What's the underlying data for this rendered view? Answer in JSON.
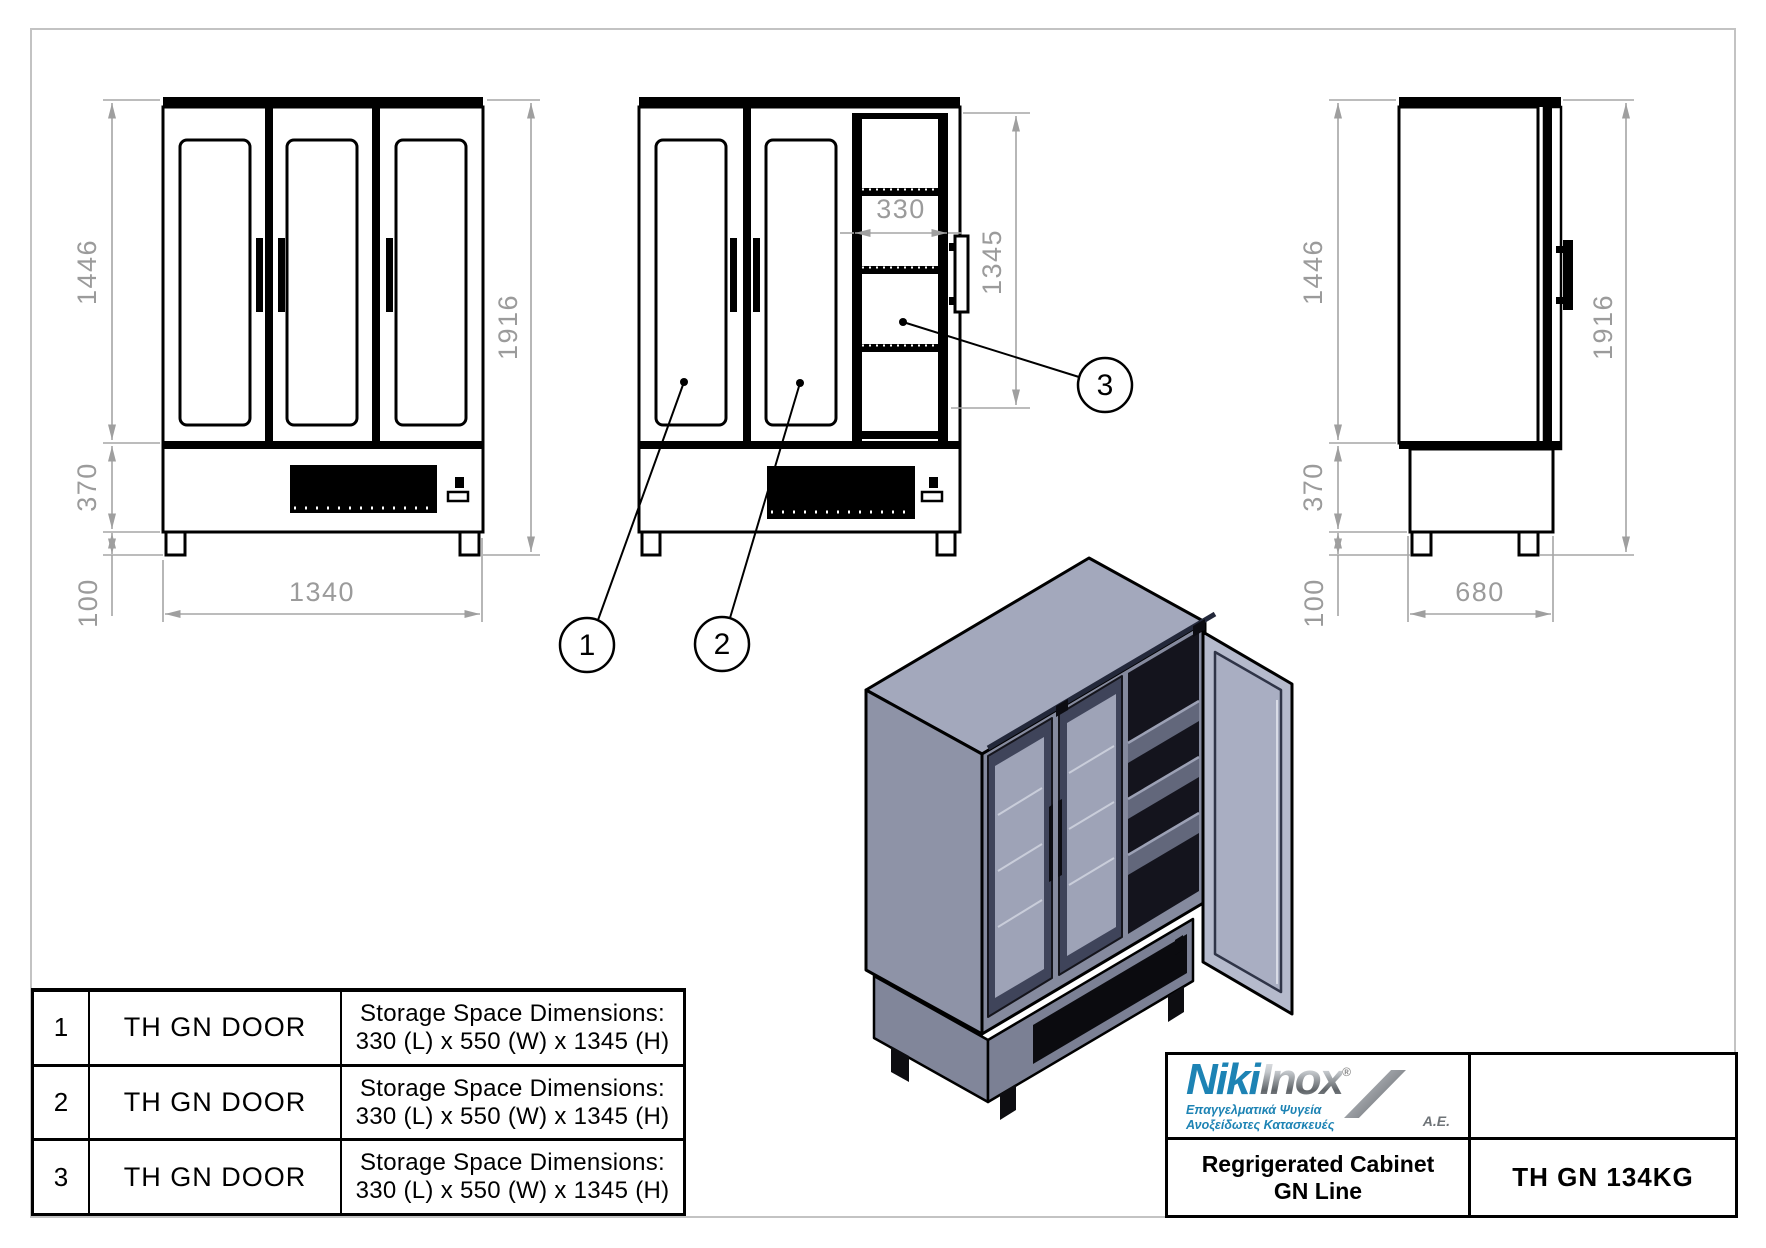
{
  "views": {
    "front": {
      "dims": {
        "upper_height": "1446",
        "base_height": "370",
        "feet_height": "100",
        "width": "1340",
        "total_height": "1916"
      }
    },
    "front_open": {
      "dims": {
        "storage_width": "330",
        "storage_height": "1345"
      },
      "callouts": [
        "1",
        "2",
        "3"
      ]
    },
    "side": {
      "dims": {
        "upper_height": "1446",
        "base_height": "370",
        "feet_height": "100",
        "depth": "680",
        "total_height": "1916"
      }
    }
  },
  "parts_table": {
    "rows": [
      {
        "no": "1",
        "name": "TH GN DOOR",
        "desc_line1": "Storage Space Dimensions:",
        "desc_line2": "330 (L) x 550 (W) x 1345 (H)"
      },
      {
        "no": "2",
        "name": "TH GN DOOR",
        "desc_line1": "Storage Space Dimensions:",
        "desc_line2": "330 (L) x 550 (W) x 1345 (H)"
      },
      {
        "no": "3",
        "name": "TH GN DOOR",
        "desc_line1": "Storage Space Dimensions:",
        "desc_line2": "330 (L) x 550 (W) x 1345 (H)"
      }
    ]
  },
  "title_block": {
    "logo": {
      "brand_part1": "Niki",
      "brand_part2": "Inox",
      "registered_mark": "®",
      "tagline_line1": "Επαγγελματικά Ψυγεία",
      "tagline_line2": "Ανοξείδωτες Κατασκευές",
      "company_suffix": "Α.Ε."
    },
    "product_line1": "Regrigerated Cabinet",
    "product_line2": "GN Line",
    "model_code": "TH GN 134KG"
  },
  "colors": {
    "brand_blue": "#1d83b4",
    "logo_silver": "#9aa0a6",
    "dimension_gray": "#9a9a9a",
    "drawing_black": "#000000",
    "iso_body_top": "#a3a8bc",
    "iso_body_side": "#8e93a7",
    "iso_door_frame": "#3f445a",
    "iso_glass": "#9ea3b7",
    "iso_interior": "#14141d",
    "iso_open_door": "#b5bacc"
  }
}
